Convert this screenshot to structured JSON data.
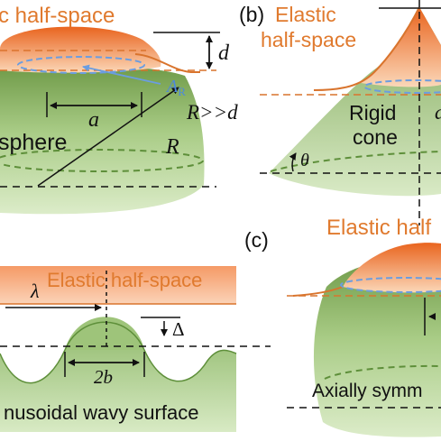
{
  "colors": {
    "orange_text": "#e07a2e",
    "orange_fill": "#f0843a",
    "green_fill": "#93bb6f",
    "green_dash": "#5e8f3a",
    "blue": "#6b9de0",
    "black": "#111111",
    "pink_rect": "#f6b896"
  },
  "panel_a": {
    "title": "c half-space",
    "d": "d",
    "a": "a",
    "ar_main": "A",
    "ar_sub": "R",
    "cond": "R>>d",
    "r": "R",
    "body": "sphere"
  },
  "panel_b": {
    "label": "(b)",
    "title_line1": "Elastic",
    "title_line2": "half-space",
    "body_line1": "Rigid",
    "body_line2": "cone",
    "theta": "θ",
    "a_clip": "a"
  },
  "panel_c": {
    "label": "(c)",
    "title": "Elastic half",
    "body": "Axially symm"
  },
  "panel_d": {
    "title": "Elastic half-space",
    "lambda": "λ",
    "delta": "Δ",
    "two_b": "2b",
    "body": "nusoidal wavy surface"
  }
}
